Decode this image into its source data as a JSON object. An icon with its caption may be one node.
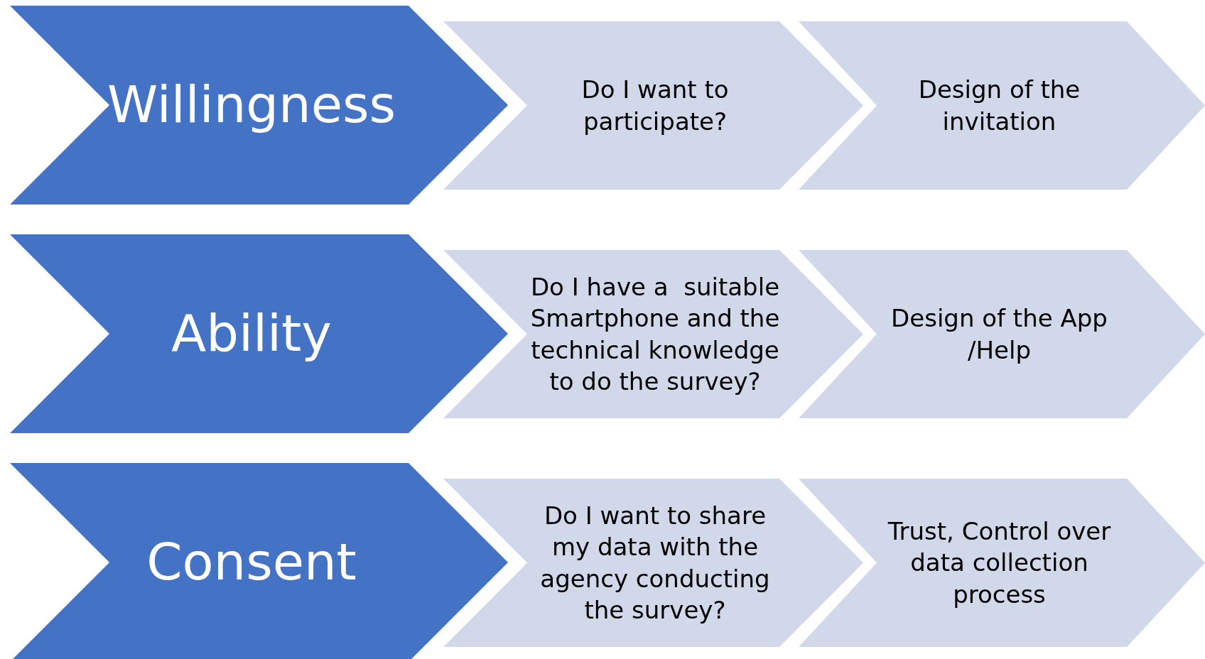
{
  "diagram": {
    "nodes": [
      {
        "text": [
          "Willingness"
        ]
      },
      {
        "text": [
          "Do I want to participate?"
        ]
      },
      {
        "text": [
          "Design of the invitation"
        ]
      },
      {
        "text": [
          "Ability"
        ]
      },
      {
        "text": [
          "Do I have a  suitable Smartphone and the technical knowledge to do the survey?"
        ]
      },
      {
        "text": [
          "Design of the App /Help"
        ]
      },
      {
        "text": [
          "Consent"
        ]
      },
      {
        "text": [
          "Do I want to share my data with the agency conducting the survey?"
        ]
      },
      {
        "text": [
          "Trust, Control over data collection process"
        ]
      }
    ]
  }
}
